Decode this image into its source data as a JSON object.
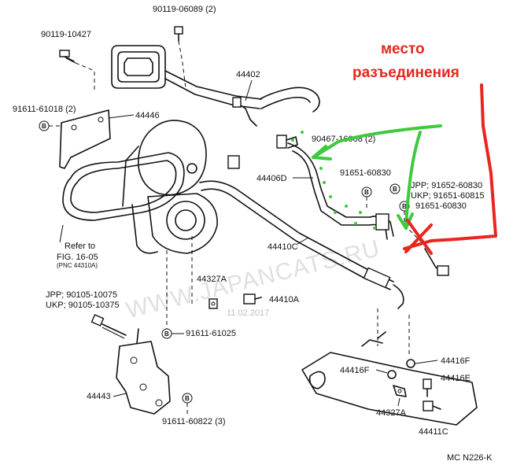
{
  "annotation": {
    "line1": "место",
    "line2": "разъединения",
    "color": "#e8261e",
    "arrow_color": "#3ec93e"
  },
  "labels": {
    "p_90119_06089": "90119-06089 (2)",
    "p_90119_10427": "90119-10427",
    "p_44402": "44402",
    "p_91611_61018": "91611-61018 (2)",
    "p_44446": "44446",
    "p_90467_16008": "90467-16008 (2)",
    "p_44406d": "44406D",
    "p_91651_60830_a": "91651-60830",
    "p_jpp_91652": "JPP; 91652-60830",
    "p_ukp_91651": "UKP; 91651-60815",
    "p_91651_60830_b": "91651-60830",
    "p_refer1": "Refer to",
    "p_refer2": "FIG. 16-05",
    "p_refer3": "(PNC 44310A)",
    "p_44410c": "44410C",
    "p_44327a_1": "44327A",
    "p_44410a": "44410A",
    "p_jpp_90105": "JPP; 90105-10075",
    "p_ukp_90105": "UKP; 90105-10375",
    "p_91611_61025": "91611-61025",
    "p_44443": "44443",
    "p_91611_60822": "91611-60822 (3)",
    "p_44416f_l": "44416F",
    "p_44416f_r": "44416F",
    "p_44416e": "44416E",
    "p_44327a_2": "44327A",
    "p_44411c": "44411C",
    "bubble_b": "B"
  },
  "watermark": "WWW.JAPANCATS.RU",
  "date": "11.02.2017",
  "figure_code": "MC N226-K"
}
